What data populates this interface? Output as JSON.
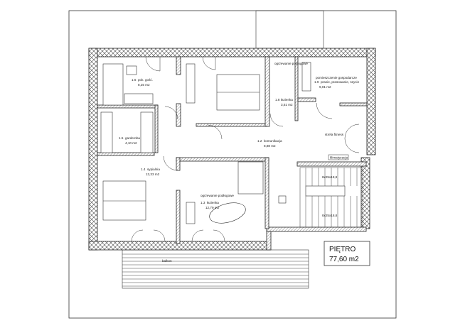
{
  "plan": {
    "title": "PIĘTRO",
    "area": "77,60 m2",
    "rooms": [
      {
        "number": "1.6",
        "name": "pok. gość.",
        "area": "8,25 m2"
      },
      {
        "number": "1.5",
        "name": "garderoba",
        "area": "4,10 m2"
      },
      {
        "number": "1.4",
        "name": "sypialnia",
        "area": "13,33 m2"
      },
      {
        "number": "1.3",
        "name": "łazienka",
        "area": "12,79 m2"
      },
      {
        "number": "1.2",
        "name": "komunikacja",
        "area": "8,88 m2"
      },
      {
        "number": "1.8",
        "name": "łazienka",
        "area": "3,51 m2"
      },
      {
        "number": "1.9",
        "name": "pranie, prasowanie, szycie",
        "area": "9,01 m2"
      }
    ],
    "notes": {
      "heating_bath": "ogrzewanie podłogowe",
      "heating_small": "ogrzewanie podłogowe",
      "utility": "pomieszczenie gospodarcze",
      "fitness": "strefa fitness",
      "ac": "klimatyzacja",
      "balcony": "balkon",
      "stairs_upper": "8x25x18,8",
      "stairs_lower": "8x25x18,8"
    }
  }
}
